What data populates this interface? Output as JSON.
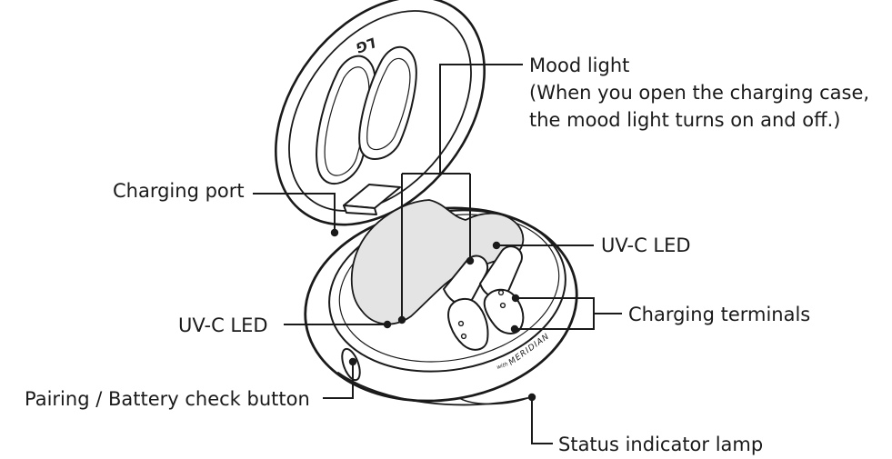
{
  "brand": {
    "logo_text": "LG",
    "small_mark": "with",
    "wordmark": "MERIDIAN"
  },
  "callouts": {
    "mood_light": {
      "title": "Mood light",
      "note_line1": "(When you open the charging case,",
      "note_line2": "the mood light turns on and off.)"
    },
    "charging_port": "Charging port",
    "uvc_led_right": "UV-C LED",
    "uvc_led_left": "UV-C LED",
    "charging_terminals": "Charging terminals",
    "pairing_button": "Pairing / Battery check button",
    "status_lamp": "Status indicator lamp"
  }
}
